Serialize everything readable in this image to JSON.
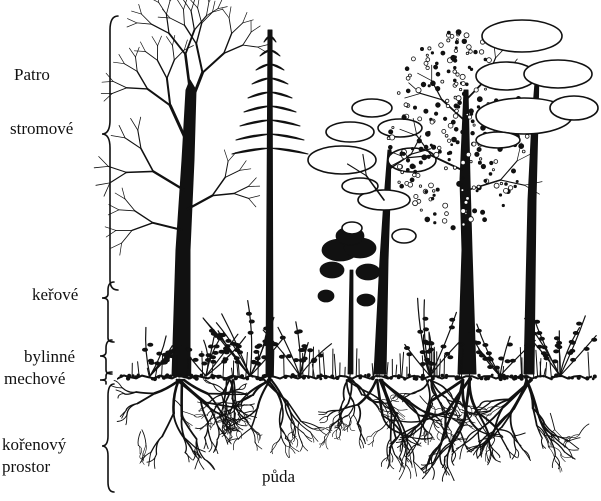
{
  "labels": {
    "patro": "Patro",
    "stromove": "stromové",
    "kerove": "keřové",
    "bylinne": "bylinné",
    "mechove": "mechové",
    "korenovy": "kořenový",
    "prostor": "prostor",
    "puda": "půda"
  },
  "colors": {
    "ink": "#111111",
    "paper": "#ffffff"
  }
}
